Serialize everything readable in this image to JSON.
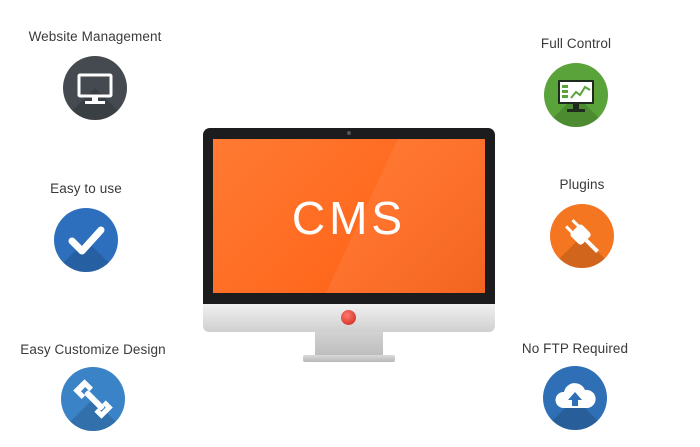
{
  "features": {
    "website_management": {
      "label": "Website Management",
      "icon": "monitor-icon",
      "color": "#444a4f"
    },
    "full_control": {
      "label": "Full Control",
      "icon": "dashboard-monitor-icon",
      "color": "#5aa23a"
    },
    "easy_to_use": {
      "label": "Easy to use",
      "icon": "checkmark-icon",
      "color": "#2d6fbd"
    },
    "plugins": {
      "label": "Plugins",
      "icon": "plug-icon",
      "color": "#f47620"
    },
    "easy_customize": {
      "label": "Easy Customize  Design",
      "icon": "wrench-icon",
      "color": "#3a83c6"
    },
    "no_ftp": {
      "label": "No FTP Required",
      "icon": "cloud-upload-icon",
      "color": "#2f6fb5"
    }
  },
  "monitor": {
    "screen_text": "CMS",
    "screen_color": "#ff6a1f"
  }
}
